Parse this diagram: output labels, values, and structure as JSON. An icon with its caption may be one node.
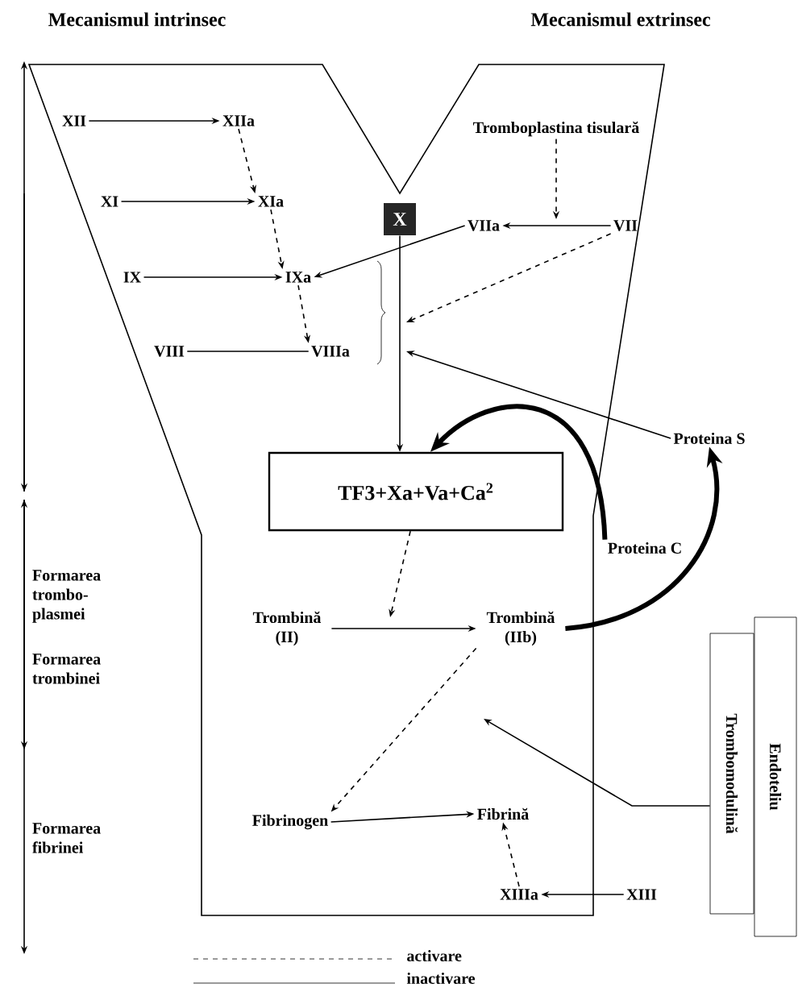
{
  "diagram": {
    "nodes": [
      {
        "text": [
          "XII"
        ]
      },
      {
        "text": [
          "XIIa"
        ]
      },
      {
        "text": [
          "XI"
        ]
      },
      {
        "text": [
          "XIa"
        ]
      },
      {
        "text": [
          "IX"
        ]
      },
      {
        "text": [
          "IXa"
        ]
      },
      {
        "text": [
          "VIII"
        ]
      },
      {
        "text": [
          "VIIIa"
        ]
      },
      {
        "text": [
          "X"
        ]
      },
      {
        "text": [
          "Tromboplastina tisulară"
        ]
      },
      {
        "text": [
          "VIIa"
        ]
      },
      {
        "text": [
          "VII"
        ]
      },
      {
        "text": [
          "TF3+Xa+Va+Ca$^{2}$"
        ]
      },
      {
        "text": [
          "Proteina S"
        ]
      },
      {
        "text": [
          "Proteina C"
        ]
      },
      {
        "text": [
          "Trombină (II)"
        ]
      },
      {
        "text": [
          "Trombină (IIb)"
        ]
      },
      {
        "text": [
          "Fibrinogen"
        ]
      },
      {
        "text": [
          "Fibrină"
        ]
      },
      {
        "text": [
          "XIIIa"
        ]
      },
      {
        "text": [
          "XIII"
        ]
      },
      {
        "text": [
          "Trombomodulină"
        ]
      },
      {
        "text": [
          "Endoteliu"
        ]
      }
    ],
    "edges": [
      {
        "from": 0,
        "to": 1,
        "arrow": "to"
      },
      {
        "from": 1,
        "to": 3,
        "arrow": "to",
        "style": "dashed"
      },
      {
        "from": 2,
        "to": 3,
        "arrow": "to"
      },
      {
        "from": 3,
        "to": 5,
        "arrow": "to",
        "style": "dashed"
      },
      {
        "from": 4,
        "to": 5,
        "arrow": "to"
      },
      {
        "from": 5,
        "to": 7,
        "arrow": "to",
        "style": "dashed"
      },
      {
        "from": 6,
        "to": 7,
        "arrow": "none"
      },
      {
        "from": 9,
        "to": null,
        "arrow": "to",
        "style": "dashed"
      },
      {
        "from": 11,
        "to": 10,
        "arrow": "to"
      },
      {
        "from": 10,
        "to": 5,
        "arrow": "to"
      },
      {
        "from": 11,
        "to": null,
        "arrow": "to",
        "style": "dashed"
      },
      {
        "from": 13,
        "to": null,
        "arrow": "to"
      },
      {
        "from": 8,
        "to": 12,
        "arrow": "to"
      },
      {
        "from": 14,
        "to": 12,
        "arrow": "to",
        "style": "thick"
      },
      {
        "from": 16,
        "to": 13,
        "arrow": "to",
        "style": "thick"
      },
      {
        "from": 12,
        "to": null,
        "arrow": "to",
        "style": "dashed"
      },
      {
        "from": 15,
        "to": 16,
        "arrow": "to"
      },
      {
        "from": 16,
        "to": 17,
        "arrow": "to",
        "style": "dashed"
      },
      {
        "from": 17,
        "to": 18,
        "arrow": "to"
      },
      {
        "from": 20,
        "to": 19,
        "arrow": "to"
      },
      {
        "from": 19,
        "to": 18,
        "arrow": "to",
        "style": "dashed"
      },
      {
        "from": 21,
        "to": null,
        "arrow": "to"
      }
    ],
    "labels": [
      "Mecanismul intrinsec",
      "Mecanismul extrinsec",
      "Formarea trombo-plasmei",
      "Formarea trombinei",
      "Formarea fibrinei"
    ],
    "legend": [
      {
        "text": "activare"
      },
      {
        "text": "inactivare"
      }
    ]
  }
}
